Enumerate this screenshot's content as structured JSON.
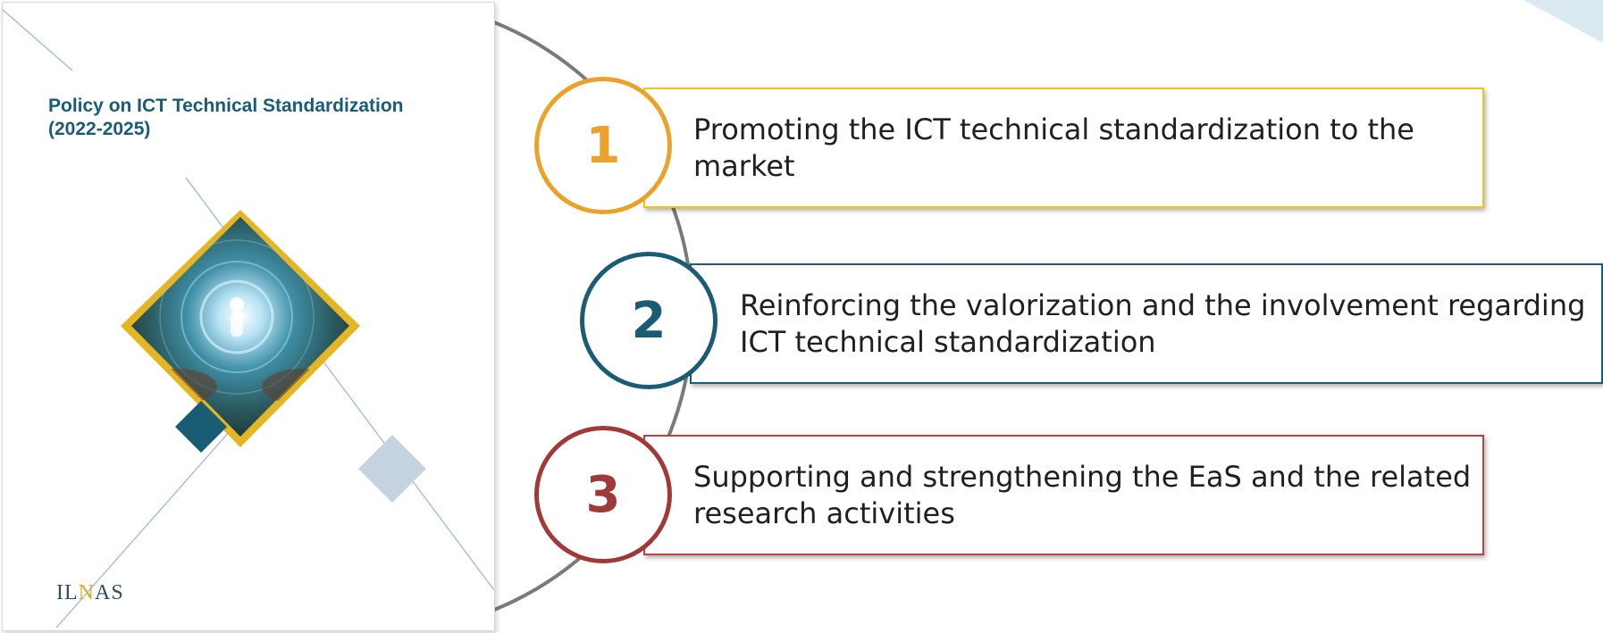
{
  "cover": {
    "title": "Policy on ICT Technical Standardization (2022-2025)",
    "logo": {
      "part1": "IL",
      "accent": "N",
      "part2": "AS"
    }
  },
  "items": [
    {
      "number": "1",
      "text": "Promoting the ICT technical standardization to the market",
      "color": "#eba22a",
      "border_color": "#f0c414"
    },
    {
      "number": "2",
      "text": "Reinforcing the valorization and the involvement regarding ICT technical standardization",
      "color": "#1b5c75",
      "border_color": "#1b5c75"
    },
    {
      "number": "3",
      "text": "Supporting and strengthening the EaS and the related research activities",
      "color": "#9f3a38",
      "border_color": "#b64745"
    }
  ],
  "colors": {
    "title_blue": "#1b5c75",
    "gold": "#e3a81d",
    "light_grey_blue": "#c5d3e0",
    "arc_grey": "#7a7a7a"
  }
}
